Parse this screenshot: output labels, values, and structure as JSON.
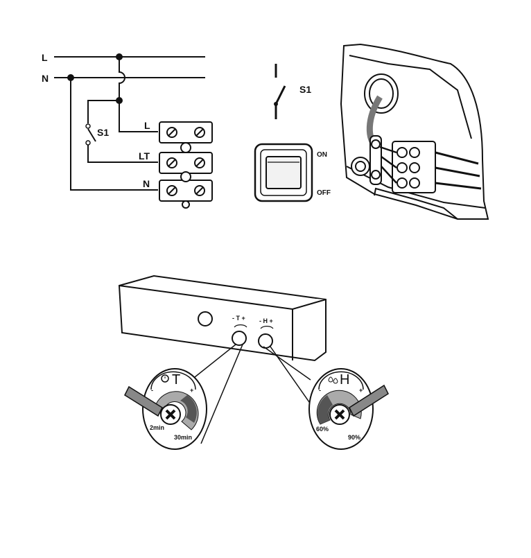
{
  "wiring": {
    "line_label": "L",
    "neutral_label": "N",
    "switch_label": "S1",
    "terminal_labels": [
      "L",
      "LT",
      "N"
    ]
  },
  "switch_detail": {
    "label": "S1",
    "on_label": "ON",
    "off_label": "OFF"
  },
  "controls": {
    "timer_ticks": "- T +",
    "humidity_ticks": "- H +",
    "timer_symbol": "T",
    "humidity_symbol": "H",
    "timer_min": "2min",
    "timer_max": "30min",
    "humidity_min": "60%",
    "humidity_max": "90%",
    "minus": "-",
    "plus": "+"
  }
}
